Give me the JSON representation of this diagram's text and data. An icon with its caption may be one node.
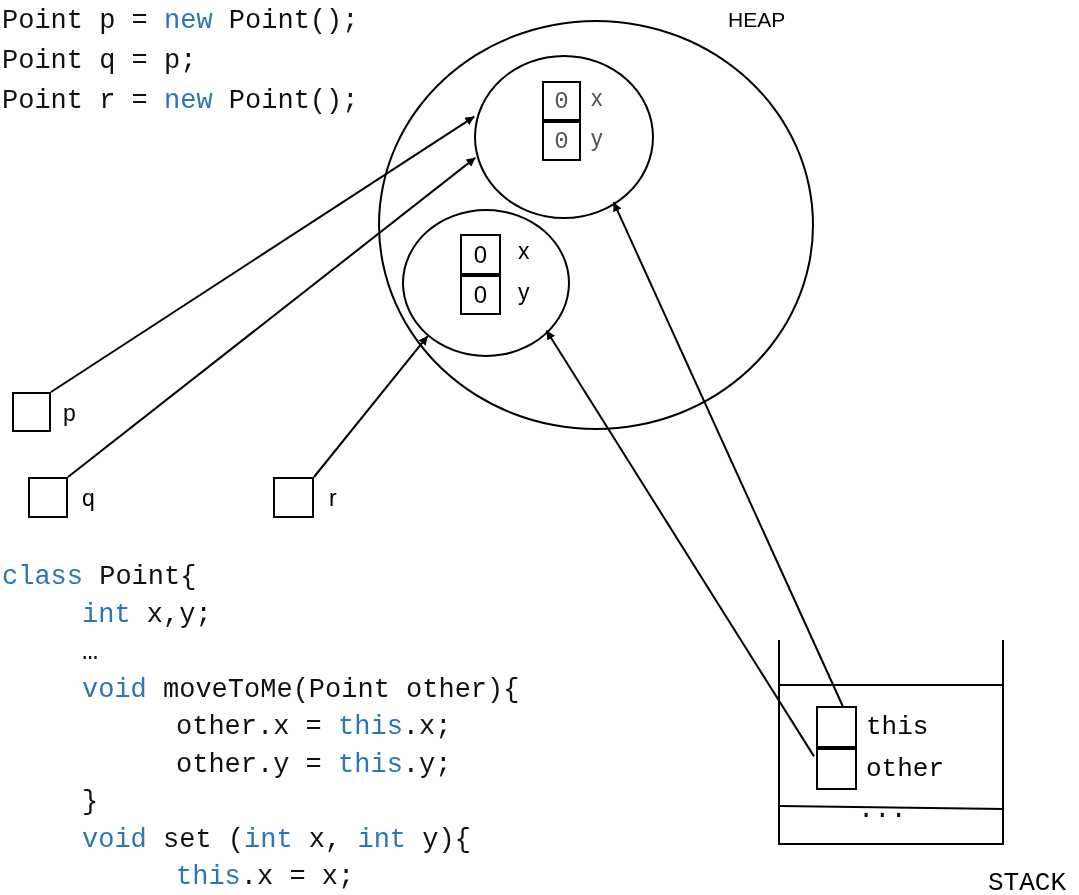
{
  "diagram": {
    "nodes": [
      {
        "text": [
          "HEAP"
        ]
      },
      {
        "text": [],
        "shape": "circle",
        "in": 0
      },
      {
        "text": [
          "0"
        ],
        "in": 1,
        "beside": [
          "x"
        ]
      },
      {
        "text": [
          "0"
        ],
        "in": 1,
        "beside": [
          "y"
        ]
      },
      {
        "text": [],
        "shape": "circle",
        "in": 0
      },
      {
        "text": [
          "0"
        ],
        "in": 4,
        "beside": [
          "x"
        ]
      },
      {
        "text": [
          "0"
        ],
        "in": 4,
        "beside": [
          "y"
        ]
      },
      {
        "text": [],
        "shape": "box",
        "beside": [
          "p"
        ]
      },
      {
        "text": [],
        "shape": "box",
        "beside": [
          "q"
        ]
      },
      {
        "text": [],
        "shape": "box",
        "beside": [
          "r"
        ]
      },
      {
        "text": [
          "STACK"
        ]
      },
      {
        "text": [],
        "shape": "box",
        "in": 10,
        "beside": [
          "this"
        ]
      },
      {
        "text": [],
        "shape": "box",
        "in": 10,
        "beside": [
          "other"
        ]
      }
    ],
    "edges": [
      {
        "from": 7,
        "to": 1,
        "arrow": "to"
      },
      {
        "from": 8,
        "to": 1,
        "arrow": "to"
      },
      {
        "from": 9,
        "to": 4,
        "arrow": "to"
      },
      {
        "from": 11,
        "to": 1,
        "arrow": "to"
      },
      {
        "from": 12,
        "to": 4,
        "arrow": "to"
      }
    ],
    "labels": [
      "Point p = **new** Point();",
      "Point q = p;",
      "Point r = **new** Point();",
      "**class** Point{",
      "**int** x,y;",
      "…",
      "**void** moveToMe(Point other){",
      "other.x = **this**.x;",
      "other.y = **this**.y;",
      "}",
      "**void** set (**int** x, **int** y){",
      "**this**.x = x;",
      "..."
    ]
  }
}
